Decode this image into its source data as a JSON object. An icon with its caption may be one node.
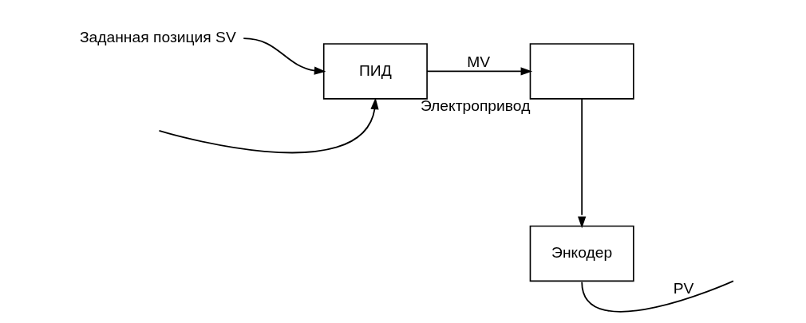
{
  "diagram": {
    "nodes": [
      {
        "text": [
          "Заданная позиция SV"
        ]
      },
      {
        "text": [
          "ПИД"
        ]
      },
      {
        "text": [
          "Электропривод"
        ]
      },
      {
        "text": [
          "Энкодер"
        ]
      }
    ],
    "edges": [
      {
        "from": 0,
        "to": 1,
        "arrow": "to"
      },
      {
        "from": 1,
        "to": 2,
        "arrow": "to",
        "label": "MV"
      },
      {
        "from": 2,
        "to": 3,
        "arrow": "to"
      },
      {
        "from": 3,
        "to": null,
        "arrow": "none",
        "label": "PV"
      },
      {
        "from": null,
        "to": 1,
        "arrow": "to"
      }
    ]
  }
}
